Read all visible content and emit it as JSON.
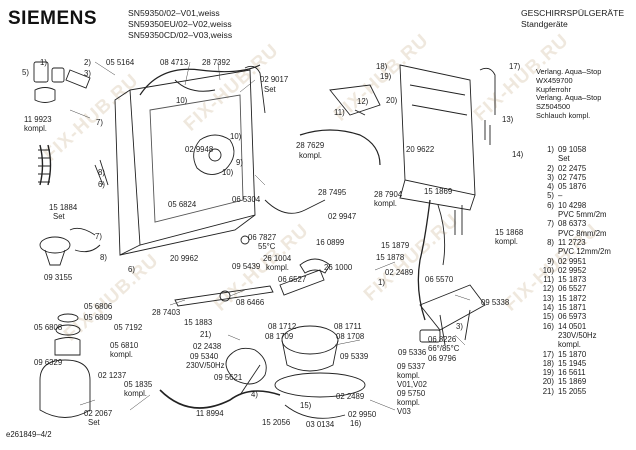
{
  "header": {
    "brand": "SIEMENS",
    "models": [
      "SN59350/02–V01,weiss",
      "SN59350EU/02–V02,weiss",
      "SN59350CD/02–V03,weiss"
    ],
    "category": [
      "GESCHIRRSPÜLGERÄTE",
      "Standgeräte"
    ]
  },
  "notes": [
    "Verlang. Aqua–Stop",
    "WX459700",
    "Kupferrohr",
    "Verlang. Aqua–Stop",
    "SZ504500",
    "Schlauch kompl."
  ],
  "legend": [
    {
      "n": "1)",
      "t": "09 1058"
    },
    {
      "n": "",
      "t": "Set"
    },
    {
      "n": "2)",
      "t": "02 2475"
    },
    {
      "n": "3)",
      "t": "02 7475"
    },
    {
      "n": "4)",
      "t": "05 1876"
    },
    {
      "n": "5)",
      "t": "–"
    },
    {
      "n": "6)",
      "t": "10 4298"
    },
    {
      "n": "",
      "t": "PVC 5mm/2m"
    },
    {
      "n": "7)",
      "t": "08 6373"
    },
    {
      "n": "",
      "t": "PVC 8mm/2m"
    },
    {
      "n": "8)",
      "t": "11 2723"
    },
    {
      "n": "",
      "t": "PVC 12mm/2m"
    },
    {
      "n": "9)",
      "t": "02 9951"
    },
    {
      "n": "10)",
      "t": "02 9952"
    },
    {
      "n": "11)",
      "t": "15 1873"
    },
    {
      "n": "12)",
      "t": "06 5527"
    },
    {
      "n": "13)",
      "t": "15 1872"
    },
    {
      "n": "14)",
      "t": "15 1871"
    },
    {
      "n": "15)",
      "t": "06 5973"
    },
    {
      "n": "16)",
      "t": "14 0501"
    },
    {
      "n": "",
      "t": "230V/50Hz"
    },
    {
      "n": "",
      "t": "kompl."
    },
    {
      "n": "17)",
      "t": "15 1870"
    },
    {
      "n": "18)",
      "t": "15 1945"
    },
    {
      "n": "19)",
      "t": "16 5611"
    },
    {
      "n": "20)",
      "t": "15 1869"
    },
    {
      "n": "21)",
      "t": "15 2055"
    }
  ],
  "labels": {
    "l_055164": "05 5164",
    "l_084713": "08 4713",
    "l_287392": "28 7392",
    "l_029017": "02 9017",
    "l_set1": "Set",
    "l_119923": "11 9923",
    "l_kompl1": "kompl.",
    "l_029948": "02 9948",
    "l_065304": "06 5304",
    "l_151884": "15 1884",
    "l_set2": "Set",
    "l_056824": "05 6824",
    "l_287629": "28 7629",
    "l_kompl2": "kompl.",
    "l_209622": "20 9622",
    "l_287495": "28 7495",
    "l_287904": "28 7904",
    "l_kompl3": "kompl.",
    "l_029947": "02 9947",
    "l_151869": "15 1869",
    "l_151879": "15 1879",
    "l_151878": "15 1878",
    "l_151868": "15 1868",
    "l_kompl4": "kompl.",
    "l_067827": "06 7827",
    "l_55c": "55°C",
    "l_160899": "16 0899",
    "l_261004": "26 1004",
    "l_kompl5": "kompl.",
    "l_261000": "26 1000",
    "l_209962": "20 9962",
    "l_095439": "09 5439",
    "l_093155": "09 3155",
    "l_066527": "06 6527",
    "l_287403": "28 7403",
    "l_086466": "08 6466",
    "l_151883": "15 1883",
    "l_022489a": "02 2489",
    "l_065570": "06 5570",
    "l_095338": "09 5338",
    "l_056806": "05 6806",
    "l_056809": "05 6809",
    "l_056808": "05 6808",
    "l_057192": "05 7192",
    "l_056810": "05 6810",
    "l_kompl6": "kompl.",
    "l_081712": "08 1712",
    "l_081711": "08 1711",
    "l_081709": "08 1709",
    "l_081708": "08 1708",
    "l_022438": "02 2438",
    "l_095340": "09 5340",
    "l_230v": "230V/50Hz",
    "l_095339": "09 5339",
    "l_095336": "09 5336",
    "l_068226": "06 8226",
    "l_66c": "66°/85°C",
    "l_069796": "06 9796",
    "l_096329": "09 6329",
    "l_021237": "02 1237",
    "l_095621": "09 5621",
    "l_095337": "09 5337",
    "l_kompl7": "kompl.",
    "l_v0102": "V01,V02",
    "l_095750": "09 5750",
    "l_kompl8": "kompl.",
    "l_v03": "V03",
    "l_051835": "05 1835",
    "l_kompl9": "kompl.",
    "l_022067": "02 2067",
    "l_set3": "Set",
    "l_118994": "11 8994",
    "l_152056": "15 2056",
    "l_030134": "03 0134",
    "l_022489b": "02 2489",
    "l_029950": "02 9950",
    "l_ref": "e261849–4/2"
  },
  "callouts": {
    "c1": "1)",
    "c2": "2)",
    "c3": "3)",
    "c5": "5)",
    "c6a": "6)",
    "c7a": "7)",
    "c8a": "8)",
    "c7b": "7)",
    "c8b": "8)",
    "c6b": "6)",
    "c9": "9)",
    "c10a": "10)",
    "c10b": "10)",
    "c10c": "10)",
    "c11": "11)",
    "c12": "12)",
    "c17": "17)",
    "c18": "18)",
    "c19": "19)",
    "c20": "20)",
    "c21": "21)",
    "c14": "14)",
    "c13": "13)",
    "c3b": "3)",
    "c1b": "1)",
    "c4": "4)",
    "c15": "15)",
    "c16": "16)"
  },
  "watermark": "FIX-HUB.RU"
}
